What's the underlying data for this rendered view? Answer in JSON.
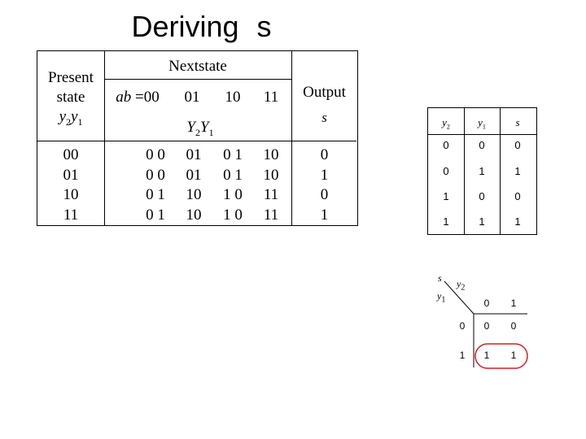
{
  "title": "Deriving s",
  "state_table": {
    "present_header": [
      "Present",
      "state"
    ],
    "present_vars": "y2y1",
    "next_header": "Nextstate",
    "input_label": "ab =00",
    "input_cols": [
      "01",
      "10",
      "11"
    ],
    "next_vars": "Y2Y1",
    "output_header": "Output",
    "output_var": "s",
    "present_rows": [
      "00",
      "01",
      "10",
      "11"
    ],
    "next_cols": [
      [
        "0 0",
        "0 0",
        "0 1",
        "0 1"
      ],
      [
        "01",
        "01",
        "10",
        "10"
      ],
      [
        "0 1",
        "0 1",
        "1 0",
        "1 0"
      ],
      [
        "10",
        "10",
        "11",
        "11"
      ]
    ],
    "output_rows": [
      "0",
      "1",
      "0",
      "1"
    ]
  },
  "truth_table": {
    "headers": [
      "y2",
      "y1",
      "s"
    ],
    "rows": [
      [
        "0",
        "0",
        "0"
      ],
      [
        "0",
        "1",
        "1"
      ],
      [
        "1",
        "0",
        "0"
      ],
      [
        "1",
        "1",
        "1"
      ]
    ]
  },
  "kmap": {
    "corner_out": "s",
    "col_var": "y2",
    "row_var": "y1",
    "col_labels": [
      "0",
      "1"
    ],
    "row_labels": [
      "0",
      "1"
    ],
    "cells": [
      [
        "0",
        "0"
      ],
      [
        "1",
        "1"
      ]
    ],
    "circle_color": "#cc2222"
  }
}
